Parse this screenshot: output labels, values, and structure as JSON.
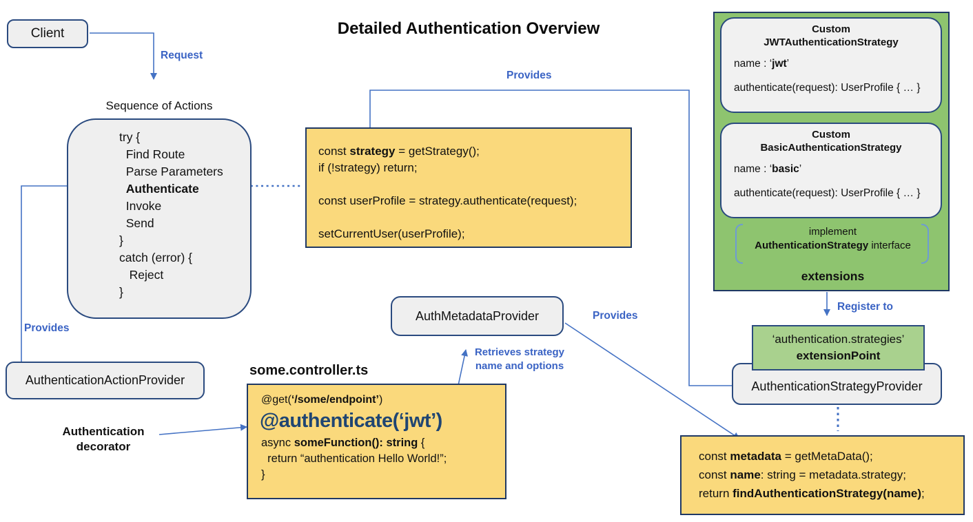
{
  "title": "Detailed Authentication Overview",
  "colors": {
    "accent_blue": "#4472C4",
    "label_blue": "#3A63C4",
    "navy_border": "#1F3864",
    "box_border": "#2A4A7F",
    "gray_fill": "#EFEFEF",
    "yellow_fill": "#FAD97C",
    "green_fill": "#8EC46F",
    "light_green_fill": "#A9D18E",
    "code_navy": "#1F4572"
  },
  "client": {
    "label": "Client"
  },
  "labels": {
    "request": "Request",
    "provides_top": "Provides",
    "provides_left": "Provides",
    "provides_mid": "Provides",
    "register_to": "Register to",
    "sequence_title": "Sequence of Actions",
    "controller_file": "some.controller.ts",
    "decorator_line1": "Authentication",
    "decorator_line2": "decorator",
    "retrieves": [
      [
        [
          "Retrieves strategy",
          0
        ]
      ],
      [
        [
          "name",
          1
        ],
        [
          " and options",
          0
        ]
      ]
    ]
  },
  "sequence_box": {
    "lines": [
      [
        [
          "try {",
          0
        ]
      ],
      [
        [
          "  Find Route",
          0
        ]
      ],
      [
        [
          "  Parse Parameters",
          0
        ]
      ],
      [
        [
          "  ",
          0
        ],
        [
          "Authenticate",
          1
        ]
      ],
      [
        [
          "  Invoke",
          0
        ]
      ],
      [
        [
          "  Send",
          0
        ]
      ],
      [
        [
          "}",
          0
        ]
      ],
      [
        [
          "catch (error) {",
          0
        ]
      ],
      [
        [
          "   Reject",
          0
        ]
      ],
      [
        [
          "}",
          0
        ]
      ]
    ]
  },
  "strategy_code_box": {
    "lines": [
      [
        [
          "const ",
          0
        ],
        [
          "strategy",
          1
        ],
        [
          " = getStrategy();",
          0
        ]
      ],
      [
        [
          "if (!strategy) return;",
          0
        ]
      ],
      [],
      [
        [
          "const userProfile = strategy.authenticate(request);",
          0
        ]
      ],
      [],
      [
        [
          "setCurrentUser(userProfile);",
          0
        ]
      ]
    ]
  },
  "metadata_code_box": {
    "lines": [
      [
        [
          "const ",
          0
        ],
        [
          "metadata",
          1
        ],
        [
          " = getMetaData();",
          0
        ]
      ],
      [
        [
          "const ",
          0
        ],
        [
          "name",
          1
        ],
        [
          ": string = metadata.strategy;",
          0
        ]
      ],
      [
        [
          "return ",
          0
        ],
        [
          "findAuthenticationStrategy(name)",
          1
        ],
        [
          ";",
          0
        ]
      ]
    ]
  },
  "controller_box": {
    "get_line": [
      [
        [
          "@get(",
          0
        ],
        [
          "‘/some/endpoint’",
          1
        ],
        [
          ")",
          0
        ]
      ]
    ],
    "auth_line": "@authenticate(‘jwt’)",
    "async_line": [
      [
        [
          "async ",
          0
        ],
        [
          "someFunction(): string",
          1
        ],
        [
          " {",
          0
        ]
      ]
    ],
    "return_line": [
      [
        [
          "  return “authentication Hello World!”;",
          0
        ]
      ]
    ],
    "close_line": [
      [
        [
          "}",
          0
        ]
      ]
    ]
  },
  "providers": {
    "action_provider": "AuthenticationActionProvider",
    "metadata_provider": "AuthMetadataProvider",
    "strategy_provider": "AuthenticationStrategyProvider"
  },
  "extensions_panel": {
    "jwt": {
      "title_line1": "Custom",
      "title_line2": "JWTAuthenticationStrategy",
      "name_line": [
        [
          [
            "name : ‘",
            0
          ],
          [
            "jwt",
            1
          ],
          [
            "’",
            0
          ]
        ]
      ],
      "method": "authenticate(request): UserProfile { … }"
    },
    "basic": {
      "title_line1": "Custom",
      "title_line2": "BasicAuthenticationStrategy",
      "name_line": [
        [
          [
            "name : ‘",
            0
          ],
          [
            "basic",
            1
          ],
          [
            "’",
            0
          ]
        ]
      ],
      "method": "authenticate(request): UserProfile { … }"
    },
    "implement_lines": [
      [
        [
          "implement",
          0
        ]
      ],
      [
        [
          "AuthenticationStrategy",
          1
        ],
        [
          " interface",
          0
        ]
      ]
    ],
    "footer": "extensions"
  },
  "extension_point_box": {
    "line1": "‘authentication.strategies’",
    "line2": "extensionPoint"
  }
}
